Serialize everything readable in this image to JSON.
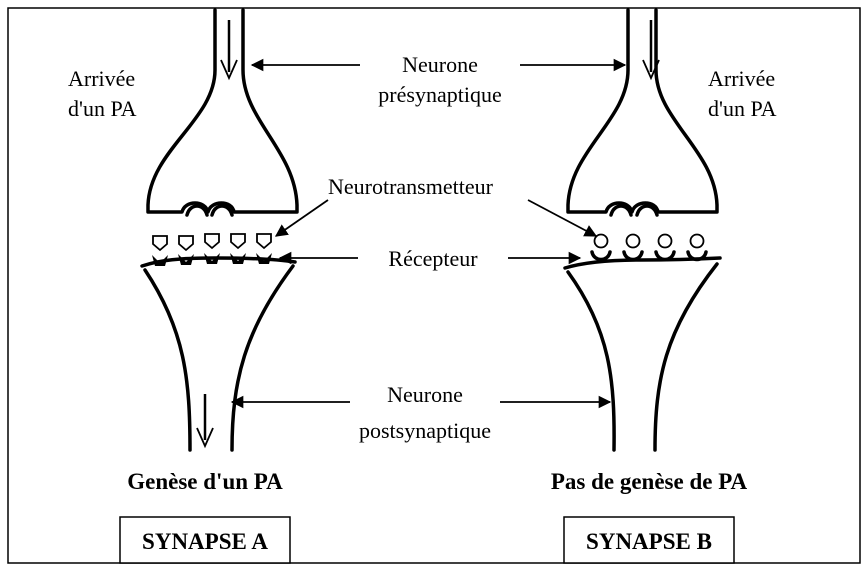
{
  "labels": {
    "arrival_left": "Arrivée\nd'un PA",
    "arrival_right": "Arrivée\nd'un PA",
    "presynaptic": "Neurone\nprésynaptique",
    "neurotransmitter": "Neurotransmetteur",
    "receptor": "Récepteur",
    "postsynaptic": "Neurone\npostsynaptique",
    "genesis_a": "Genèse d'un PA",
    "genesis_b": "Pas de genèse de PA",
    "synapse_a": "SYNAPSE A",
    "synapse_b": "SYNAPSE B"
  }
}
